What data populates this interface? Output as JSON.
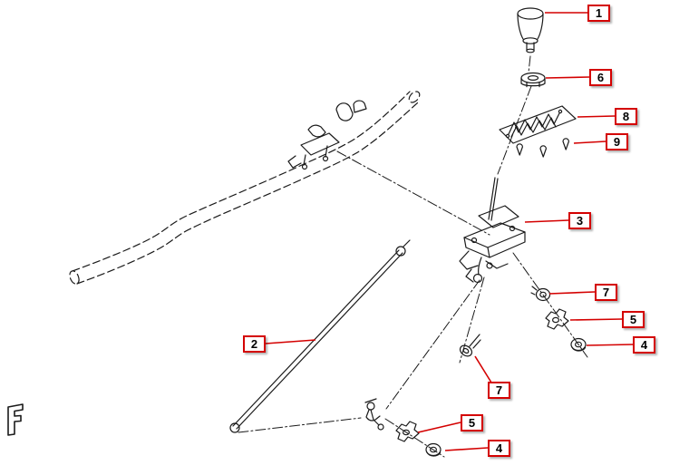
{
  "diagram": {
    "description": "Exploded parts diagram of a gear shift lever and linkage assembly with numbered red callouts",
    "background": "#ffffff",
    "line_color": "#1a1a1a",
    "callout_border_color": "#d40000",
    "callout_text_color": "#000000",
    "callouts": [
      {
        "num": "1"
      },
      {
        "num": "6"
      },
      {
        "num": "8"
      },
      {
        "num": "9"
      },
      {
        "num": "3"
      },
      {
        "num": "7"
      },
      {
        "num": "5"
      },
      {
        "num": "4"
      },
      {
        "num": "2"
      },
      {
        "num": "7"
      },
      {
        "num": "5"
      },
      {
        "num": "4"
      }
    ]
  }
}
